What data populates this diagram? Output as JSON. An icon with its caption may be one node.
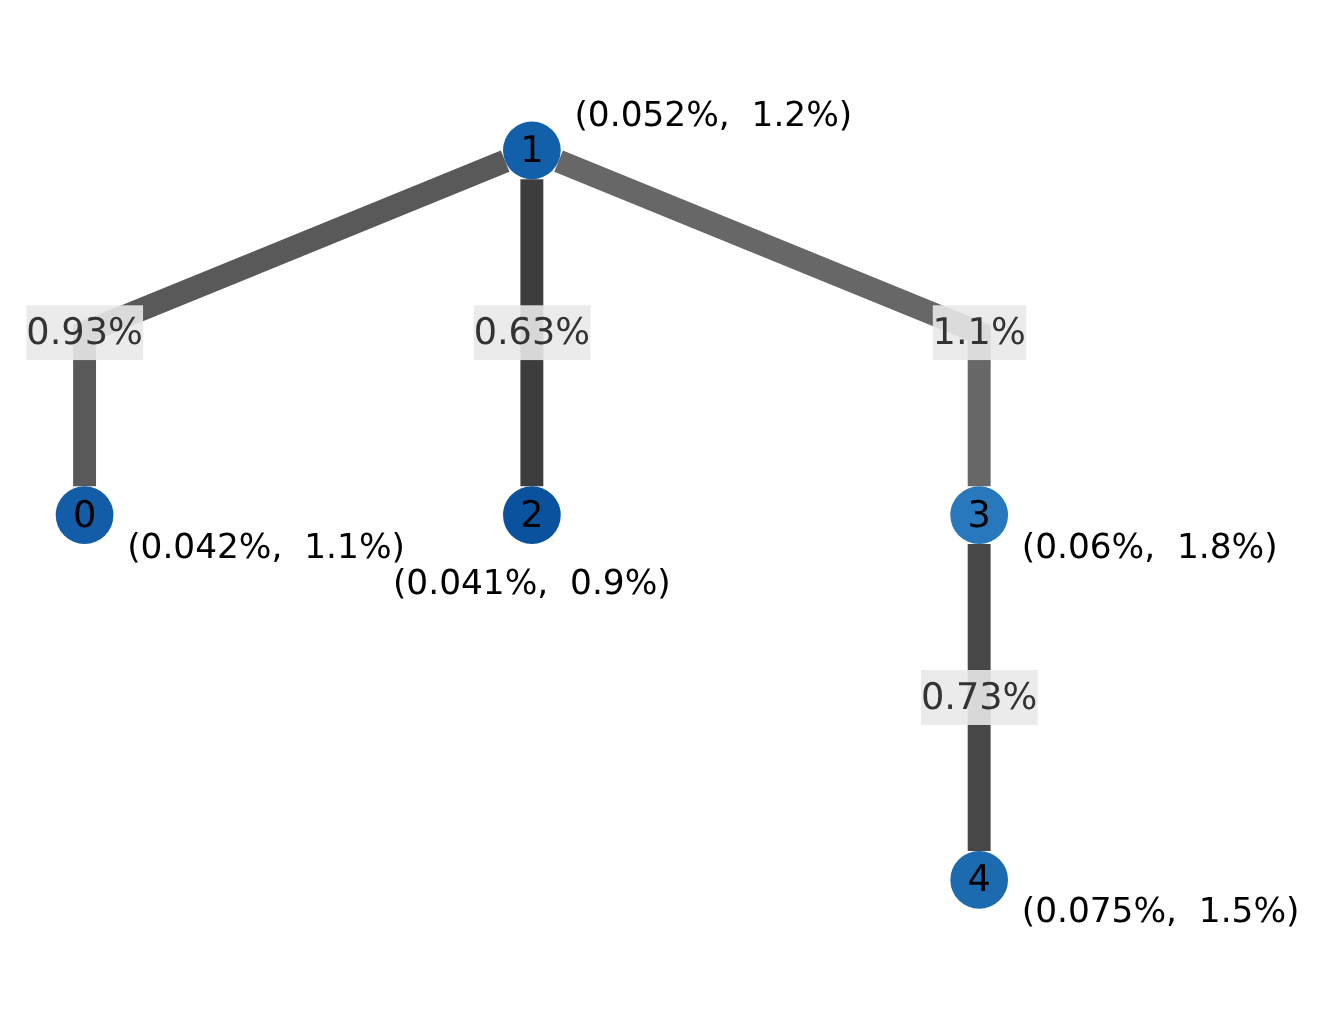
{
  "diagram": {
    "nodes": [
      {
        "text": [
          "1"
        ],
        "beside": [
          "(0.052%,  1.2%)"
        ]
      },
      {
        "text": [
          "0"
        ],
        "beside": [
          "(0.042%,  1.1%)"
        ]
      },
      {
        "text": [
          "2"
        ],
        "beside": [
          "(0.041%,  0.9%)"
        ]
      },
      {
        "text": [
          "3"
        ],
        "beside": [
          "(0.06%,  1.8%)"
        ]
      },
      {
        "text": [
          "4"
        ],
        "beside": [
          "(0.075%,  1.5%)"
        ]
      }
    ],
    "edges": [
      {
        "from": 0,
        "to": 1,
        "arrow": "none",
        "label": "0.93%",
        "color": "#595959"
      },
      {
        "from": 0,
        "to": 2,
        "arrow": "none",
        "label": "0.63%",
        "color": "#3d3d3d"
      },
      {
        "from": 0,
        "to": 3,
        "arrow": "none",
        "label": "1.1%",
        "color": "#676767"
      },
      {
        "from": 3,
        "to": 4,
        "arrow": "none",
        "label": "0.73%",
        "color": "#474747"
      }
    ]
  }
}
